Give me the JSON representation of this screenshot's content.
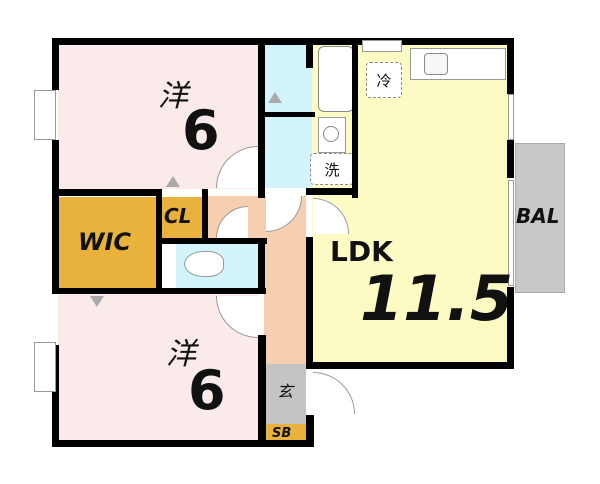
{
  "floorplan": {
    "colors": {
      "western_room": "#fbeaea",
      "wic": "#e8b23c",
      "wet_area": "#d3f4fa",
      "ldk": "#fdfbc4",
      "hallway": "#f5cfb0",
      "entrance": "#c4c4c4",
      "balcony": "#c8c8c8",
      "wall": "#000000"
    },
    "rooms": {
      "western1": {
        "type_label": "洋",
        "size": "6"
      },
      "western2": {
        "type_label": "洋",
        "size": "6"
      },
      "wic": {
        "label": "WIC"
      },
      "closet": {
        "label": "CL"
      },
      "ldk": {
        "label": "LDK",
        "size": "11.5"
      },
      "balcony": {
        "label": "BAL"
      },
      "entrance": {
        "label": "玄"
      },
      "shoe_box": {
        "label": "SB"
      }
    },
    "fixtures": {
      "refrigerator": "冷",
      "washer": "洗"
    }
  }
}
